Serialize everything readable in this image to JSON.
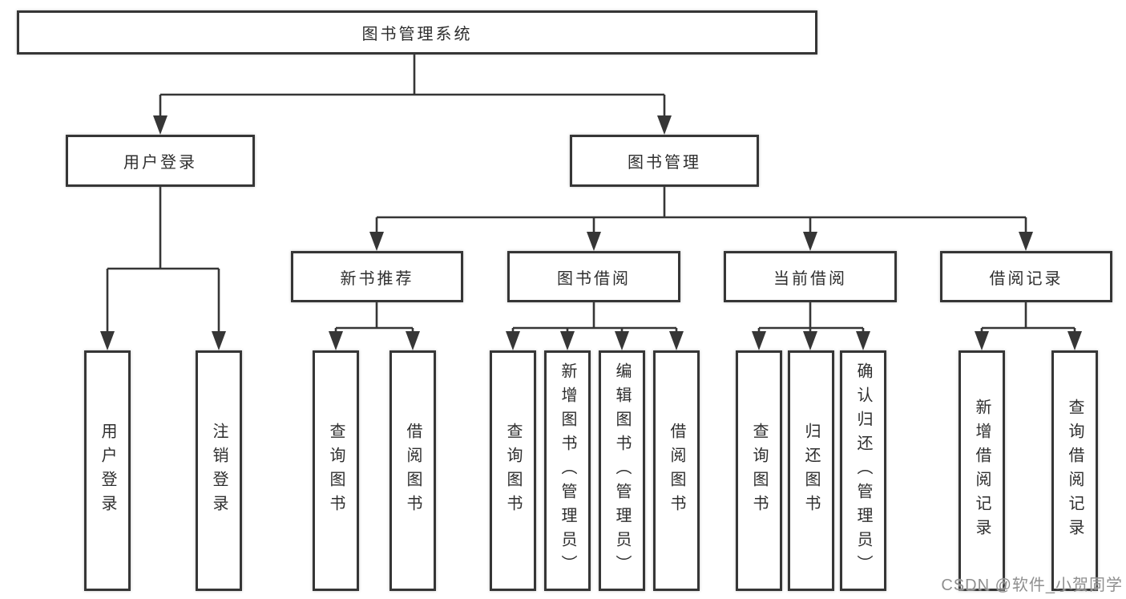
{
  "colors": {
    "line": "#363636",
    "box_border": "#363636",
    "box_background": "#ffffff",
    "text": "#2e2e2e",
    "watermark": "#8f8f8f"
  },
  "nodes": {
    "root": "图书管理系统",
    "user_login": "用户登录",
    "book_mgmt": "图书管理",
    "new_rec": "新书推荐",
    "borrow": "图书借阅",
    "current": "当前借阅",
    "records": "借阅记录",
    "leaf_user_login": "用户登录",
    "leaf_logout": "注销登录",
    "leaf_rec_query": "查询图书",
    "leaf_rec_borrow": "借阅图书",
    "leaf_bor_query": "查询图书",
    "leaf_bor_add": "新增图书（管理员）",
    "leaf_bor_edit": "编辑图书（管理员）",
    "leaf_bor_borrow": "借阅图书",
    "leaf_cur_query": "查询图书",
    "leaf_cur_return": "归还图书",
    "leaf_cur_confirm": "确认归还（管理员）",
    "leaf_rcd_add": "新增借阅记录",
    "leaf_rcd_query": "查询借阅记录"
  },
  "diagram_data": {
    "type": "tree",
    "root": {
      "label": "图书管理系统",
      "children": [
        {
          "label": "用户登录",
          "children": [
            {
              "label": "用户登录"
            },
            {
              "label": "注销登录"
            }
          ]
        },
        {
          "label": "图书管理",
          "children": [
            {
              "label": "新书推荐",
              "children": [
                {
                  "label": "查询图书"
                },
                {
                  "label": "借阅图书"
                }
              ]
            },
            {
              "label": "图书借阅",
              "children": [
                {
                  "label": "查询图书"
                },
                {
                  "label": "新增图书（管理员）"
                },
                {
                  "label": "编辑图书（管理员）"
                },
                {
                  "label": "借阅图书"
                }
              ]
            },
            {
              "label": "当前借阅",
              "children": [
                {
                  "label": "查询图书"
                },
                {
                  "label": "归还图书"
                },
                {
                  "label": "确认归还（管理员）"
                }
              ]
            },
            {
              "label": "借阅记录",
              "children": [
                {
                  "label": "新增借阅记录"
                },
                {
                  "label": "查询借阅记录"
                }
              ]
            }
          ]
        }
      ]
    }
  },
  "watermark": {
    "text": "CSDN @软件_小贺同学"
  }
}
